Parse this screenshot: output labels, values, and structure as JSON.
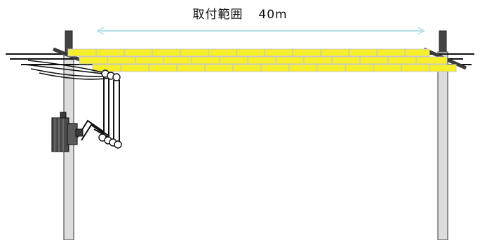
{
  "label": {
    "text": "取付範囲",
    "distance": "40m"
  },
  "colors": {
    "arrow": "#b9e0ea",
    "cover_fill": "#f7ef2a",
    "cover_stroke": "#bcbcbc",
    "pole_fill": "#dddddd",
    "pole_stroke": "#555555",
    "wire": "#111111",
    "transformer": "#4a4a4a"
  },
  "elements": {
    "cover_rows": 3,
    "poles": 2,
    "transformer": true
  }
}
